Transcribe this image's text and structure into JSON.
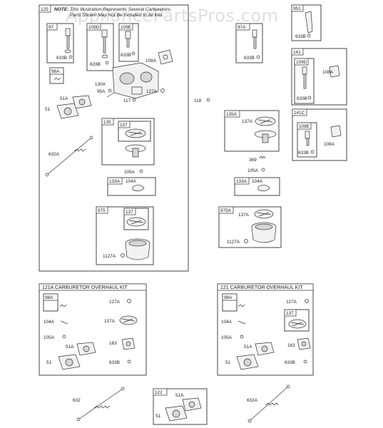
{
  "watermark": "AppliancePartsPros.com",
  "note": {
    "prefix": "NOTE:",
    "line1": "This Illustration Represents Several Carburetors.",
    "line2": "Parts Shown May Not Be Included In All Kits."
  },
  "main_box": {
    "id": "125",
    "labels": {
      "b97": "97",
      "b109D": "109D",
      "b109E": "109E",
      "b98A": "98A",
      "p633B_1": "633B",
      "p633B_2": "633B",
      "p633B_3": "633B",
      "p108A": "108A",
      "p130A": "130A",
      "p95A": "95A",
      "p117": "117",
      "p127A": "127A",
      "p51A": "51A",
      "p51": "51",
      "p632A": "632A",
      "b135": "135",
      "b137": "137",
      "p105A": "105A",
      "b133A": "133A",
      "p104A": "104A",
      "b975": "975",
      "b137b": "137",
      "p1127A": "1127A"
    }
  },
  "right_parts": {
    "b97A": "97A",
    "p633B_a": "633B",
    "b951": "951",
    "p633B_b": "633B",
    "b141": "141",
    "b109D": "109D",
    "p108A_a": "108A",
    "p633B_c": "633B",
    "b141C": "141C",
    "b109E": "109E",
    "p108A_b": "108A",
    "p633B_d": "633B",
    "p118": "118",
    "b135A": "135A",
    "p137A": "137A",
    "p369": "369",
    "p105A": "105A",
    "b133A": "133A",
    "p104A": "104A",
    "b975A": "975A",
    "p137A_b": "137A",
    "p1127A": "1127A"
  },
  "kit_left": {
    "title": "121A CARBURETOR OVERHAUL KIT",
    "b98A": "98A",
    "p104A": "104A",
    "p105A": "105A",
    "p51A": "51A",
    "p51": "51",
    "p127A": "127A",
    "p137A": "137A",
    "p163": "163",
    "p633B": "633B"
  },
  "kit_right": {
    "title": "121 CARBURETOR OVERHAUL KIT",
    "b98A": "98A",
    "p104A": "104A",
    "p105A": "105A",
    "p51A": "51A",
    "p51": "51",
    "p127A": "127A",
    "b137": "137",
    "p163": "163",
    "p633B": "633B"
  },
  "bottom": {
    "p632": "632",
    "b122": "122",
    "p51A": "51A",
    "p51": "51",
    "p632A": "632A"
  }
}
